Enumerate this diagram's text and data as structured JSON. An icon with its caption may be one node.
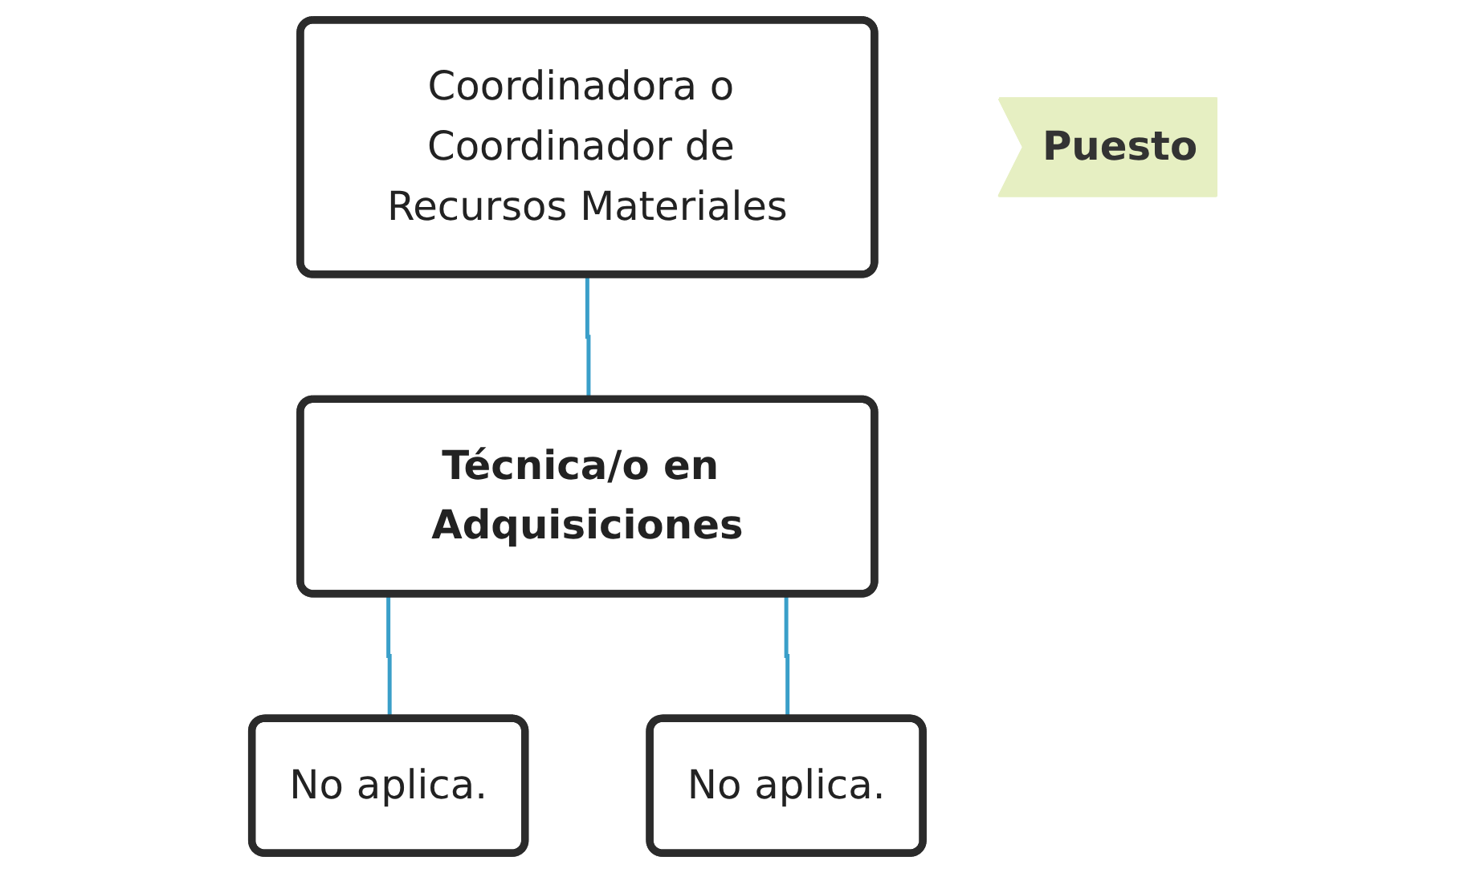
{
  "diagram": {
    "nodes": [
      {
        "text": [
          "Coordinadora o Coordinador de Recursos Materiales"
        ]
      },
      {
        "text": [
          "Técnica/o en Adquisiciones"
        ]
      },
      {
        "text": [
          "No aplica."
        ]
      },
      {
        "text": [
          "No aplica."
        ]
      },
      {
        "text": [
          "Puesto"
        ]
      }
    ],
    "edges": [
      {
        "from": 0,
        "to": 1,
        "arrow": "none"
      },
      {
        "from": 1,
        "to": 2,
        "arrow": "none"
      },
      {
        "from": 1,
        "to": 3,
        "arrow": "none"
      }
    ]
  }
}
